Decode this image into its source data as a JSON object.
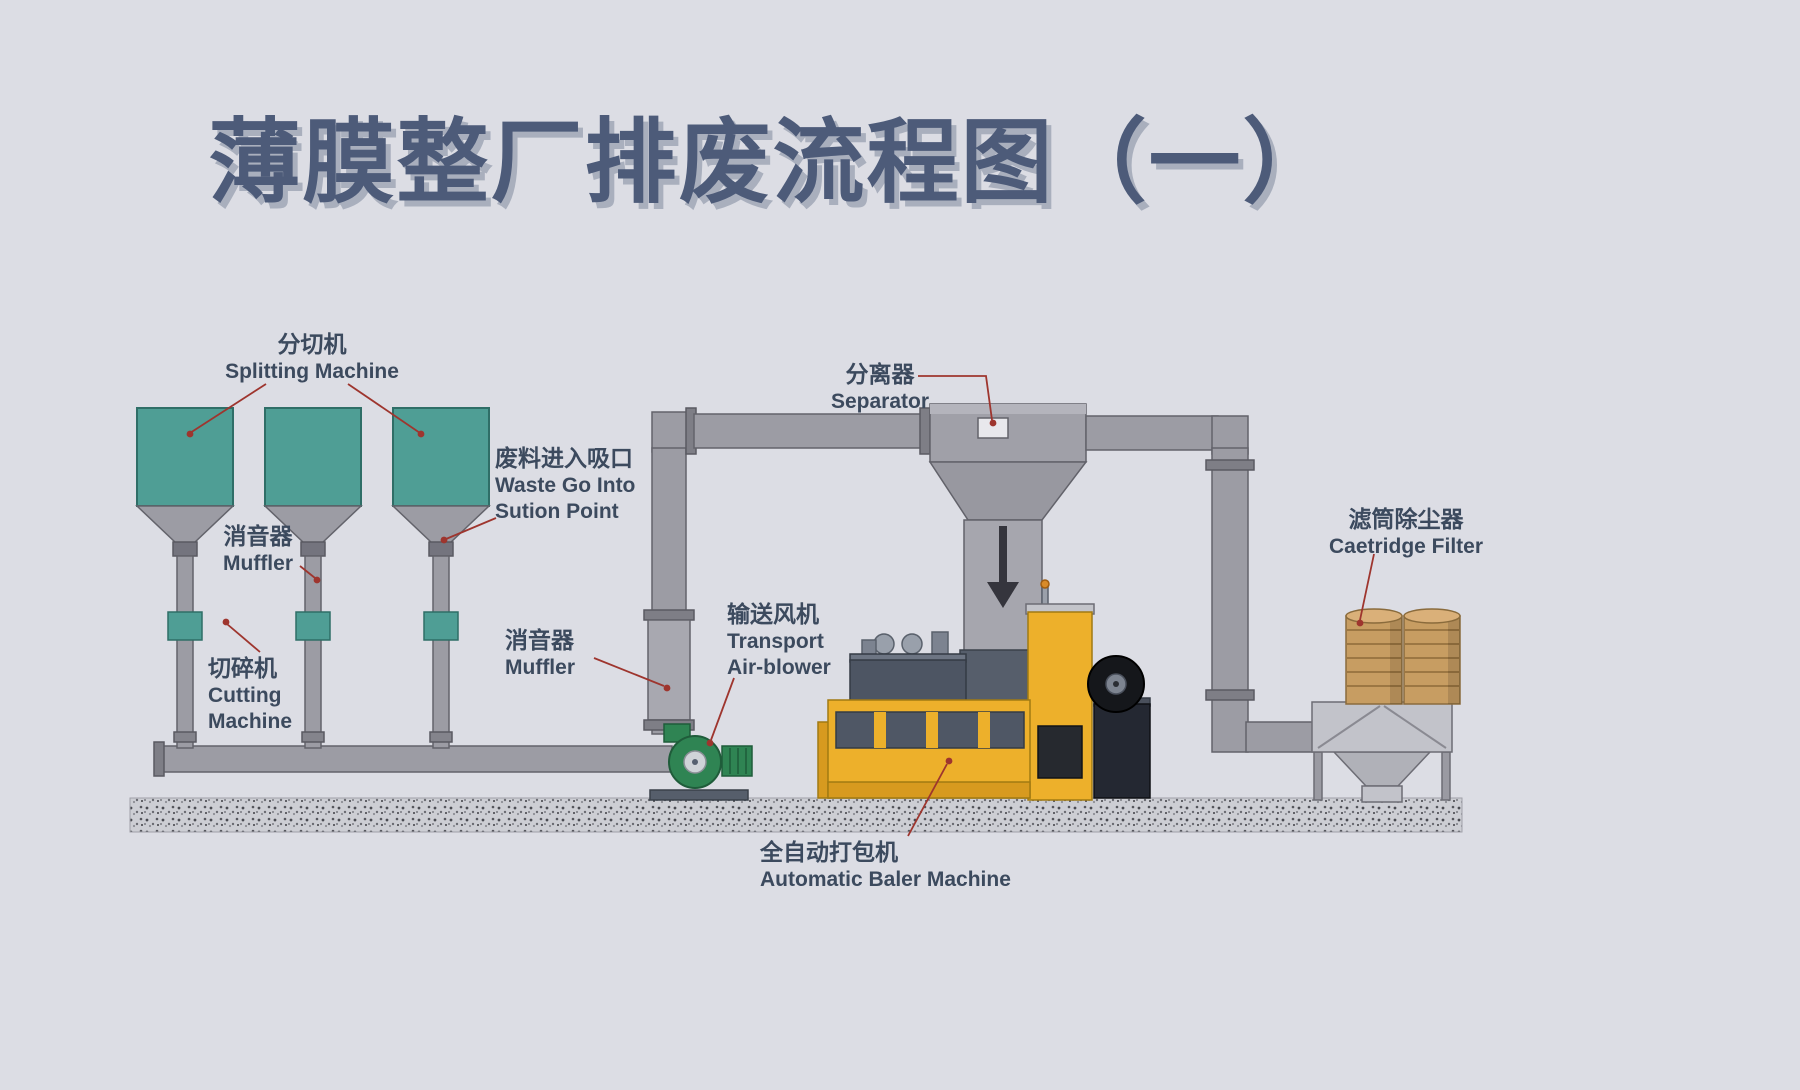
{
  "title": "薄膜整厂排废流程图（一）",
  "callouts": {
    "splitting": {
      "zh": "分切机",
      "en": "Splitting Machine"
    },
    "muffler_top": {
      "zh": "消音器",
      "en": "Muffler"
    },
    "waste": {
      "zh": "废料进入吸口",
      "en_line1": "Waste Go Into",
      "en_line2": "Sution Point"
    },
    "cutting": {
      "zh": "切碎机",
      "en_line1": "Cutting",
      "en_line2": "Machine"
    },
    "muffler_mid": {
      "zh": "消音器",
      "en": "Muffler"
    },
    "blower": {
      "zh": "输送风机",
      "en_line1": "Transport",
      "en_line2": "Air-blower"
    },
    "separator": {
      "zh": "分离器",
      "en": "Separator"
    },
    "baler": {
      "zh": "全自动打包机",
      "en": "Automatic Baler Machine"
    },
    "filter": {
      "zh": "滤筒除尘器",
      "en": "Caetridge Filter"
    }
  },
  "colors": {
    "background": "#dcdde4",
    "title_text": "#4d5b79",
    "title_shadow": "#a9afbd",
    "label_text": "#3c4a5e",
    "leader_line": "#9e352e",
    "machine_teal": "#4f9e95",
    "pipe_gray": "#9c9ca4",
    "separator_gray": "#a2a2aa",
    "baler_yellow": "#edb02b",
    "baler_dark_gray": "#4f5765",
    "blower_green": "#2f8453",
    "cartridge_tan": "#c79d62",
    "filter_housing": "#c2c3ca",
    "ground": "#cdced4"
  }
}
